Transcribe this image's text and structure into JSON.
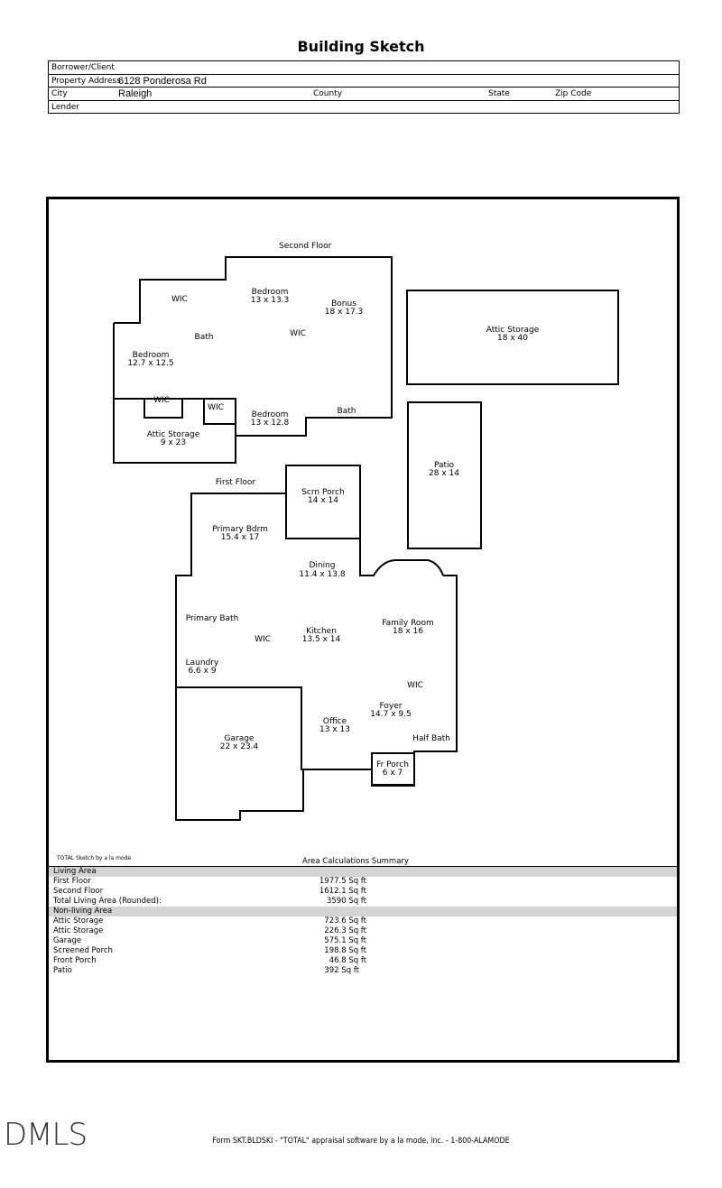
{
  "title": "Building Sketch",
  "header": {
    "borrower_label": "Borrower/Client",
    "address_label": "Property Address",
    "address_value": "6128 Ponderosa Rd",
    "city_label": "City",
    "city_value": "Raleigh",
    "county_label": "County",
    "state_label": "State",
    "zip_label": "Zip Code",
    "lender_label": "Lender"
  },
  "sketch": {
    "second_floor": "Second Floor",
    "first_floor": "First Floor",
    "rooms": {
      "wic1": "WIC",
      "bedroom1": "Bedroom",
      "bedroom1_size": "13 x 13.3",
      "bonus": "Bonus",
      "bonus_size": "18 x 17.3",
      "bath1": "Bath",
      "wic2": "WIC",
      "bedroom2": "Bedroom",
      "bedroom2_size": "12.7 x 12.5",
      "wic3": "WIC",
      "wic4": "WIC",
      "bedroom3": "Bedroom",
      "bedroom3_size": "13 x 12.8",
      "bath2": "Bath",
      "attic_storage_small": "Attic Storage",
      "attic_storage_small_size": "9 x 23",
      "attic_storage_large": "Attic Storage",
      "attic_storage_large_size": "18 x 40",
      "patio": "Patio",
      "patio_size": "28 x 14",
      "scrn_porch": "Scrn Porch",
      "scrn_porch_size": "14 x 14",
      "primary_bdrm": "Primary Bdrm",
      "primary_bdrm_size": "15.4 x 17",
      "dining": "Dining",
      "dining_size": "11.4 x 13.8",
      "primary_bath": "Primary Bath",
      "wic5": "WIC",
      "kitchen": "Kitchen",
      "kitchen_size": "13.5 x 14",
      "family_room": "Family Room",
      "family_room_size": "18 x 16",
      "laundry": "Laundry",
      "laundry_size": "6.6 x 9",
      "wic6": "WIC",
      "foyer": "Foyer",
      "foyer_size": "14.7 x 9.5",
      "office": "Office",
      "office_size": "13 x 13",
      "garage": "Garage",
      "garage_size": "22 x 23.4",
      "half_bath": "Half Bath",
      "fr_porch": "Fr Porch",
      "fr_porch_size": "6 x 7"
    },
    "credit": "TOTAL Sketch by a la mode",
    "summary_title": "Area Calculations Summary"
  },
  "summary": {
    "living_header": "Living Area",
    "living": [
      {
        "label": "First Floor",
        "value": "1977.5 Sq ft"
      },
      {
        "label": "Second Floor",
        "value": "1612.1 Sq ft"
      },
      {
        "label": "Total Living Area (Rounded):",
        "value": "3590 Sq ft"
      }
    ],
    "nonliving_header": "Non-living Area",
    "nonliving": [
      {
        "label": "Attic Storage",
        "value": "723.6 Sq ft"
      },
      {
        "label": "Attic Storage",
        "value": "226.3 Sq ft"
      },
      {
        "label": "Garage",
        "value": "575.1 Sq ft"
      },
      {
        "label": "Screened Porch",
        "value": "198.8 Sq ft"
      },
      {
        "label": "Front Porch",
        "value": "46.8 Sq ft"
      },
      {
        "label": "Patio",
        "value": "392 Sq ft"
      }
    ]
  },
  "watermark": "DMLS",
  "footer": "Form SKT.BLDSKI - \"TOTAL\" appraisal software by a la mode, inc. - 1-800-ALAMODE"
}
